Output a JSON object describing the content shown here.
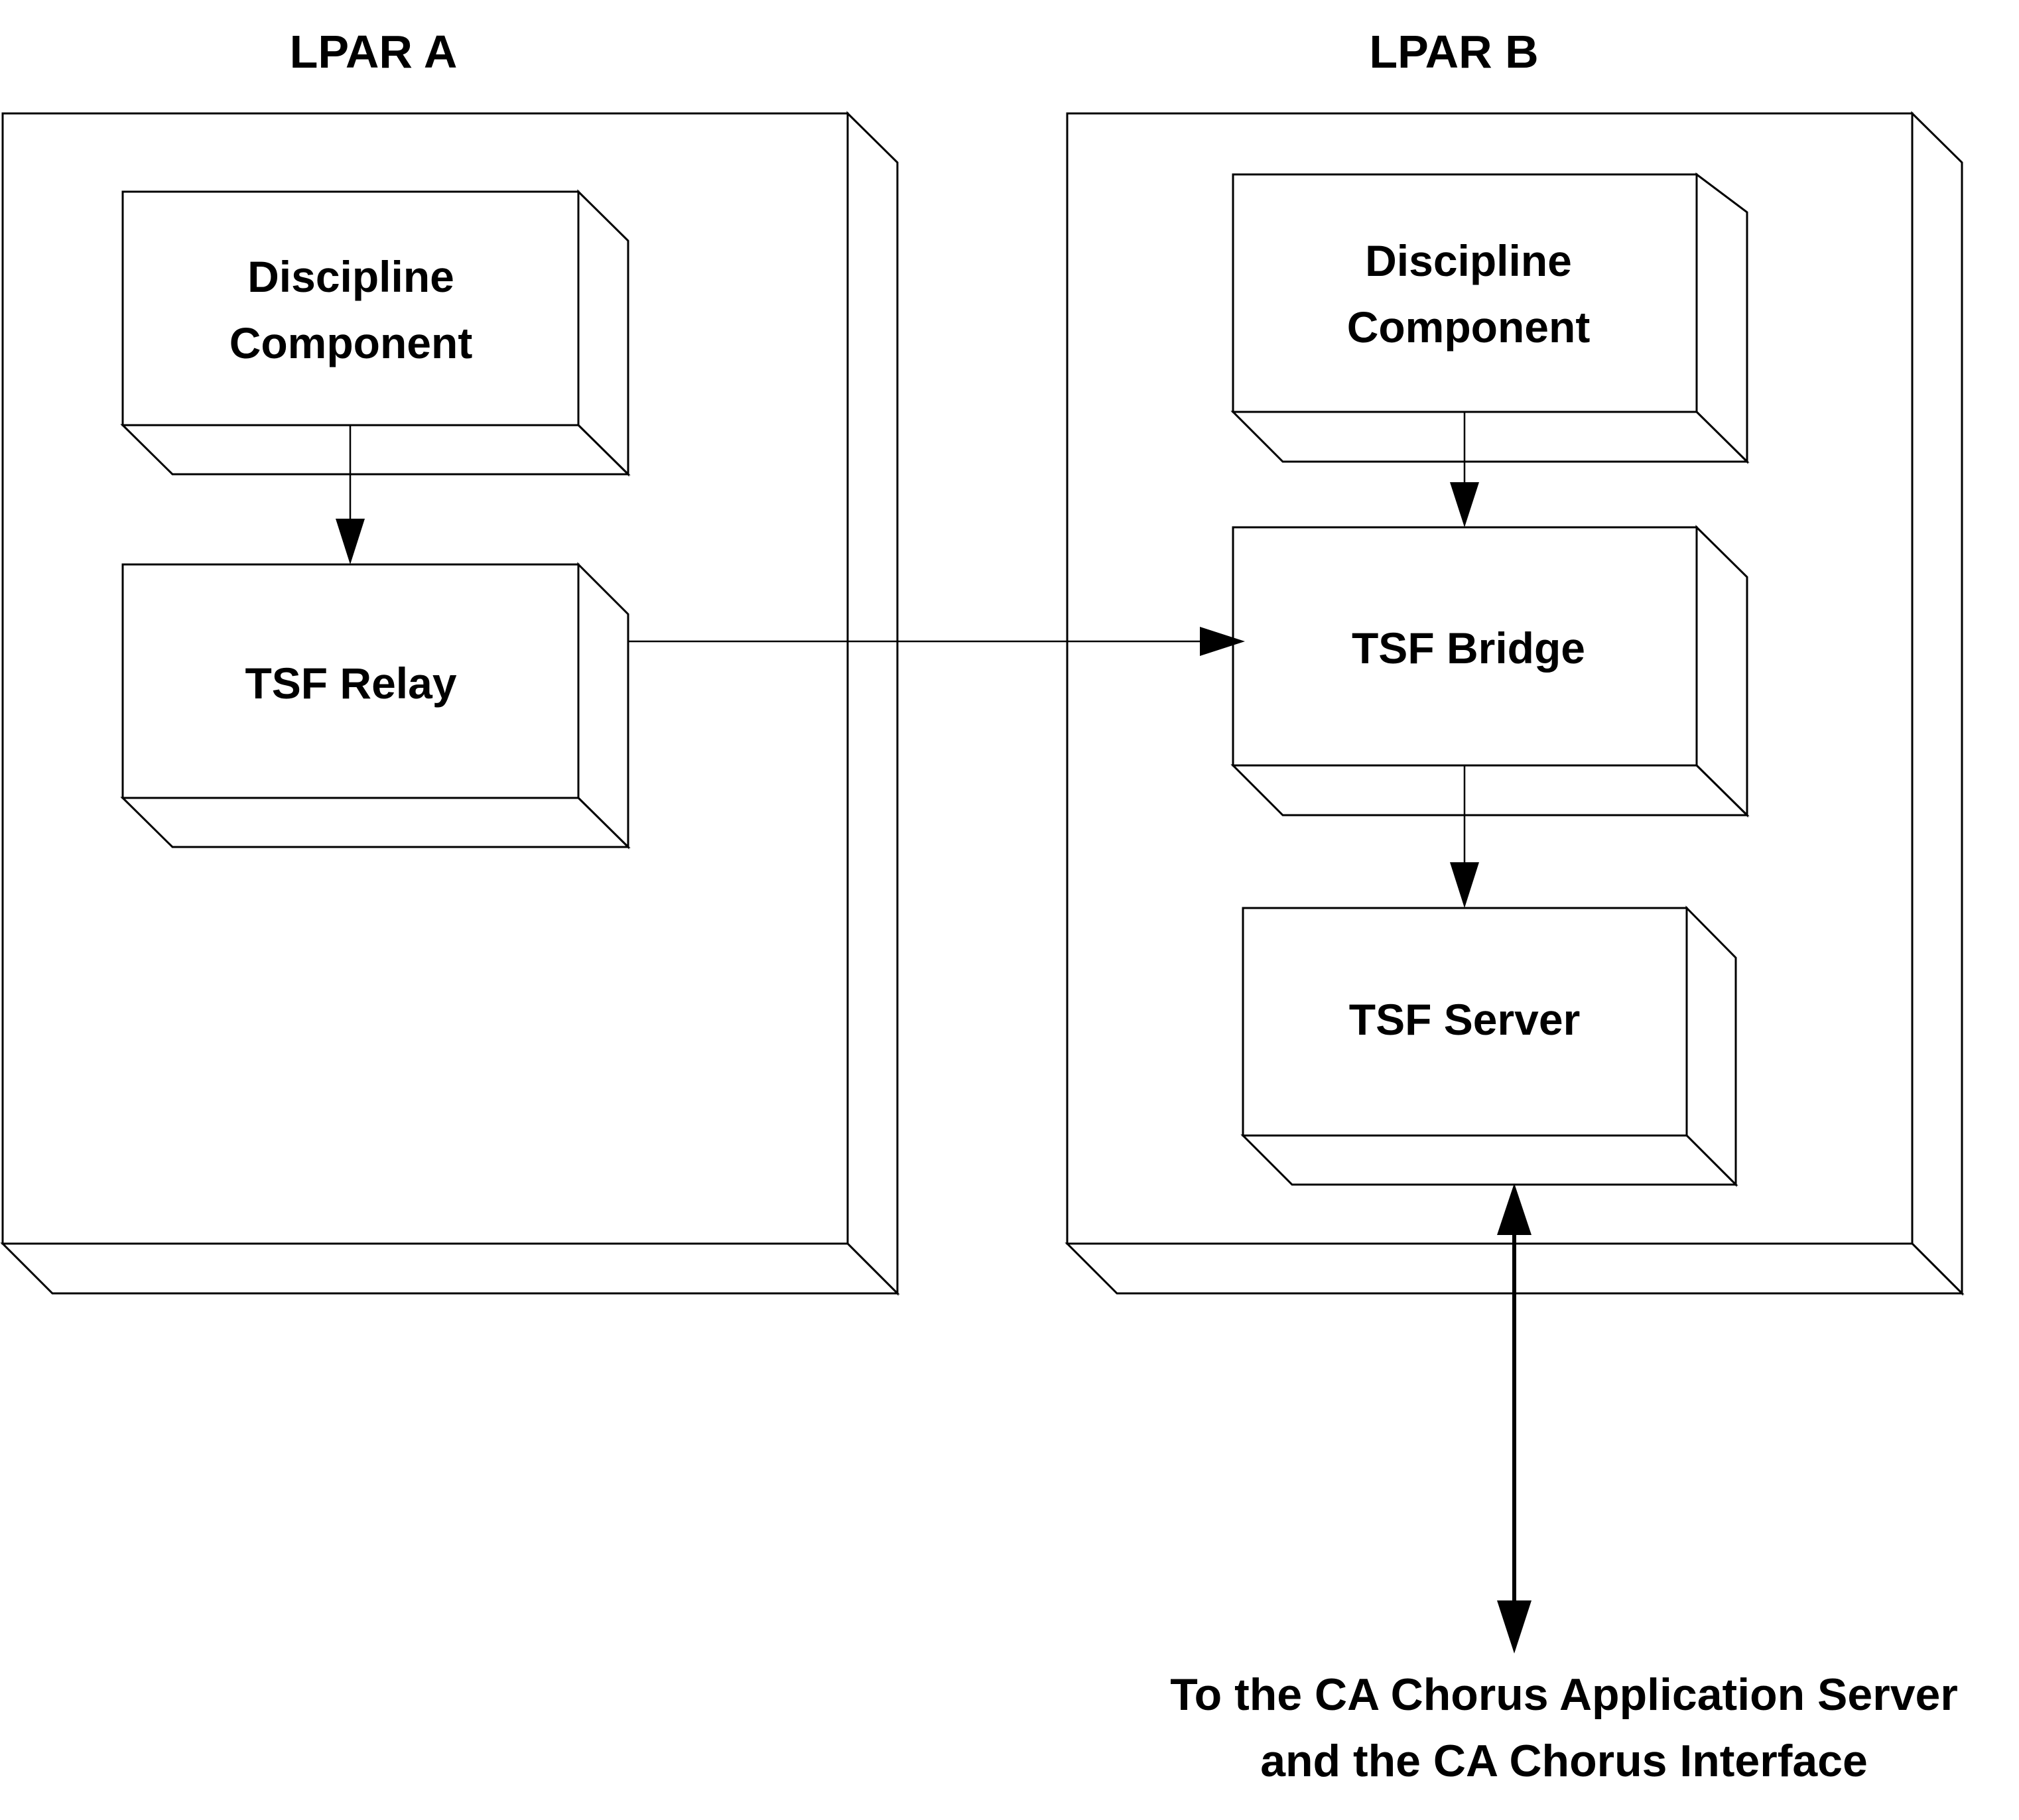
{
  "diagram": {
    "type": "deployment-diagram",
    "colors": {
      "line": "#000000",
      "fill": "#ffffff",
      "text": "#000000"
    },
    "partitions": [
      {
        "id": "lpar-a",
        "title": "LPAR A",
        "components": [
          {
            "id": "a-discipline",
            "label_lines": [
              "Discipline",
              "Component"
            ]
          },
          {
            "id": "a-relay",
            "label_lines": [
              "TSF Relay"
            ]
          }
        ]
      },
      {
        "id": "lpar-b",
        "title": "LPAR B",
        "components": [
          {
            "id": "b-discipline",
            "label_lines": [
              "Discipline",
              "Component"
            ]
          },
          {
            "id": "b-bridge",
            "label_lines": [
              "TSF Bridge"
            ]
          },
          {
            "id": "b-server",
            "label_lines": [
              "TSF Server"
            ]
          }
        ]
      }
    ],
    "connections": [
      {
        "from": "a-discipline",
        "to": "a-relay",
        "direction": "one-way"
      },
      {
        "from": "a-relay",
        "to": "b-bridge",
        "direction": "one-way"
      },
      {
        "from": "b-discipline",
        "to": "b-bridge",
        "direction": "one-way"
      },
      {
        "from": "b-bridge",
        "to": "b-server",
        "direction": "one-way"
      },
      {
        "from": "b-server",
        "to": "external",
        "direction": "two-way"
      }
    ],
    "external_label_lines": [
      "To the CA Chorus Application Server",
      "and the CA Chorus Interface"
    ]
  }
}
